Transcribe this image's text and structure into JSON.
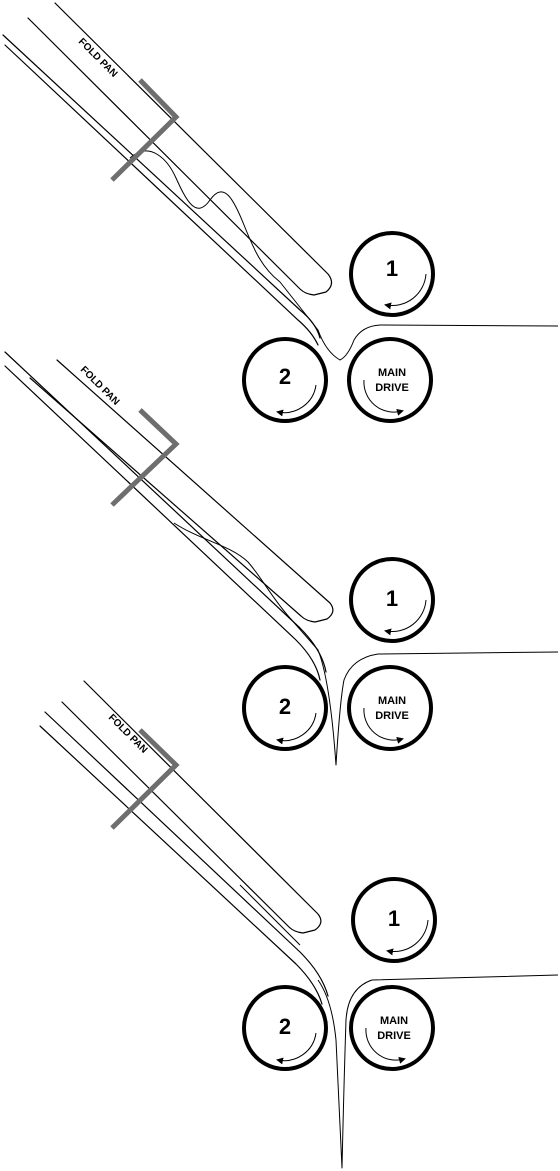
{
  "stages": [
    {
      "fold_pan_label": "FOLD PAN",
      "roller_1_label": "1",
      "roller_2_label": "2",
      "main_drive_label_line1": "MAIN",
      "main_drive_label_line2": "DRIVE"
    },
    {
      "fold_pan_label": "FOLD PAN",
      "roller_1_label": "1",
      "roller_2_label": "2",
      "main_drive_label_line1": "MAIN",
      "main_drive_label_line2": "DRIVE"
    },
    {
      "fold_pan_label": "FOLD PAN",
      "roller_1_label": "1",
      "roller_2_label": "2",
      "main_drive_label_line1": "MAIN",
      "main_drive_label_line2": "DRIVE"
    }
  ],
  "colors": {
    "line": "#000000",
    "stop_bracket": "#6e6e6e",
    "background": "#ffffff"
  }
}
